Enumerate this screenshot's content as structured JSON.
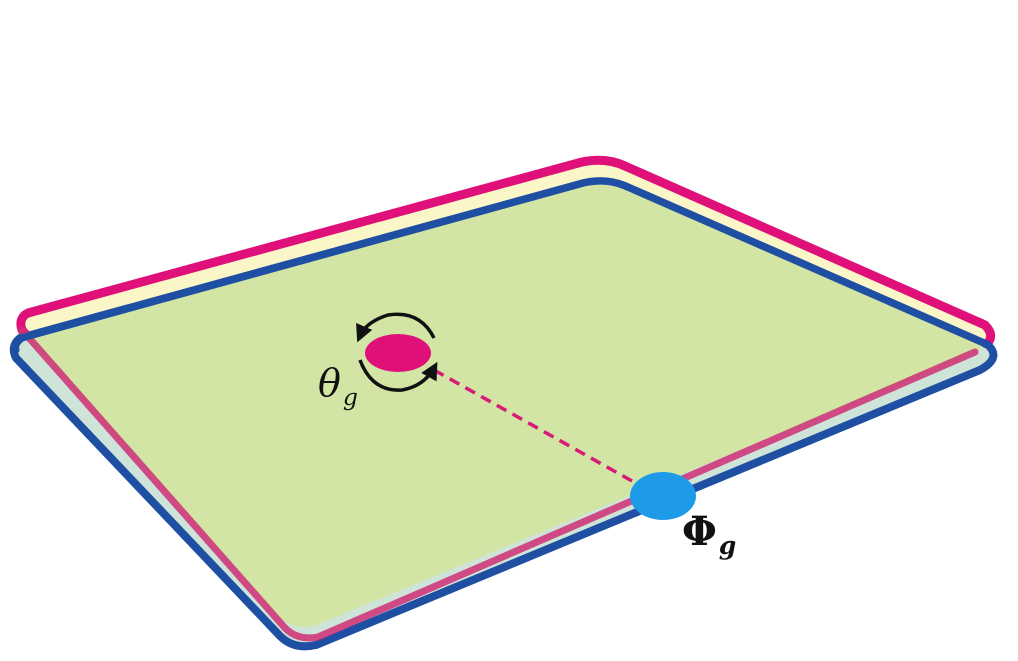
{
  "labels": {
    "theta": {
      "symbol": "θ",
      "subscript": "g"
    },
    "phi": {
      "symbol": "Φ",
      "subscript": "g"
    }
  },
  "colors": {
    "top_layer_edge": "#e0107a",
    "top_layer_fill": "#fbf6c8",
    "bottom_layer_edge": "#1f4fa3",
    "bottom_layer_fill": "#cfe4d9",
    "overlap_fill": "#d2e5a4",
    "vortex": "#e0107a",
    "boundary_dot": "#1d9be8",
    "link": "#d81a78",
    "arrows": "#111111"
  },
  "icons": {
    "vortex_rotation": "circular-arrows-icon",
    "link_line": "dashed-line"
  }
}
